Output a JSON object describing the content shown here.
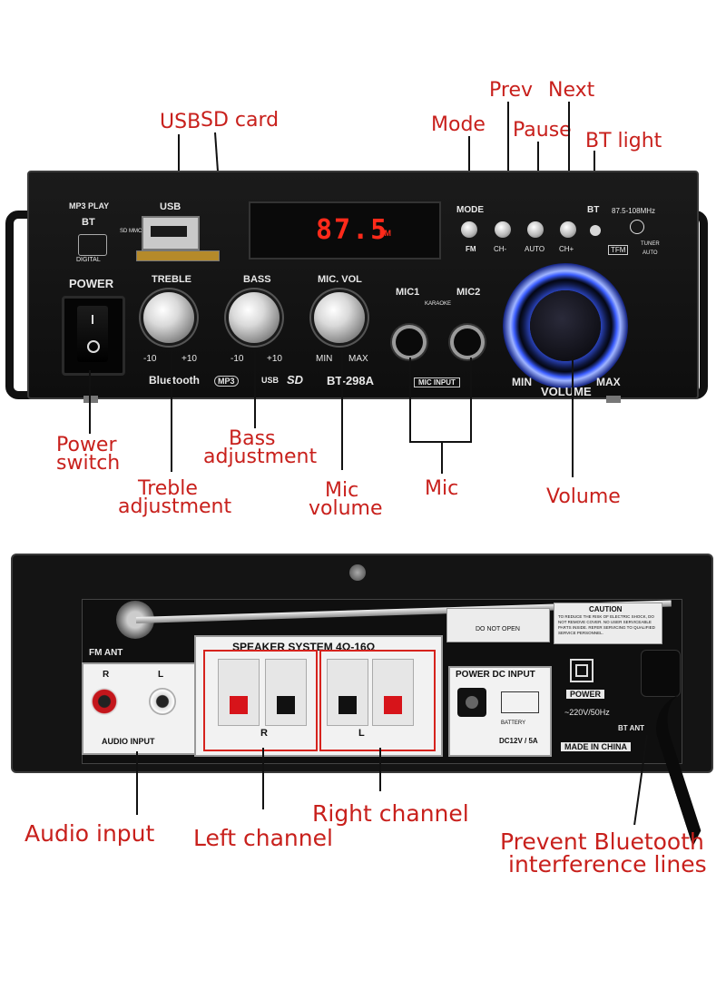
{
  "top_callouts": {
    "usb": "USB",
    "sd_card": "SD card",
    "mode": "Mode",
    "prev": "Prev",
    "next": "Next",
    "pause": "Pause",
    "bt_light": "BT light",
    "power_switch_1": "Power",
    "power_switch_2": "switch",
    "bass_1": "Bass",
    "bass_2": "adjustment",
    "treble_1": "Treble",
    "treble_2": "adjustment",
    "mic_volume_1": "Mic",
    "mic_volume_2": "volume",
    "mic": "Mic",
    "volume": "Volume"
  },
  "front_panel": {
    "mp3_play": "MP3 PLAY",
    "bt": "BT",
    "usb_label": "USB",
    "digital": "DIGITAL",
    "sd_mmc": "SD MMC",
    "display": "87.5",
    "display_unit": "FM",
    "power": "POWER",
    "treble": "TREBLE",
    "bass": "BASS",
    "mic_vol": "MIC. VOL",
    "minus10": "-10",
    "plus10": "+10",
    "min": "MIN",
    "max": "MAX",
    "bluetooth": "Bluetooth",
    "mp3": "MP3",
    "usb_logo": "USB",
    "sd_logo": "SD",
    "model": "BT-298A",
    "mic1": "MIC1",
    "mic2": "MIC2",
    "karaoke": "KARAOKE",
    "mic_input": "MIC INPUT",
    "mode": "MODE",
    "fm": "FM",
    "ch_minus": "CH-",
    "auto": "AUTO",
    "ch_plus": "CH+",
    "bt_led": "BT",
    "freq_range": "87.5-108MHz",
    "tfm": "TFM",
    "tuner": "TUNER",
    "tuner_auto": "AUTO",
    "volume": "VOLUME",
    "vol_min": "MIN",
    "vol_max": "MAX"
  },
  "rear_panel": {
    "fm_ant": "FM ANT",
    "r": "R",
    "l": "L",
    "audio_input": "AUDIO INPUT",
    "speaker_system": "SPEAKER SYSTEM 4Ω-16Ω",
    "do_not_open": "DO NOT OPEN",
    "caution": "CAUTION",
    "caution_text": "TO REDUCE THE RISK OF ELECTRIC SHOCK, DO NOT REMOVE COVER. NO USER SERVICEABLE PARTS INSIDE. REFER SERVICING TO QUALIFIED SERVICE PERSONNEL.",
    "power_dc_input": "POWER DC INPUT",
    "battery": "BATTERY",
    "dc_rating": "DC12V / 5A",
    "power": "POWER",
    "ac_rating": "~220V/50Hz",
    "bt_ant": "BT ANT",
    "made_in_china": "MADE IN CHINA"
  },
  "bottom_callouts": {
    "audio_input": "Audio input",
    "left_channel": "Left channel",
    "right_channel": "Right channel",
    "prevent_1": "Prevent Bluetooth",
    "prevent_2": "interference lines"
  },
  "colors": {
    "callout": "#c8201c",
    "chassis": "#151515",
    "display_red": "#ff2a1a",
    "volume_glow": "#3a5cff"
  }
}
